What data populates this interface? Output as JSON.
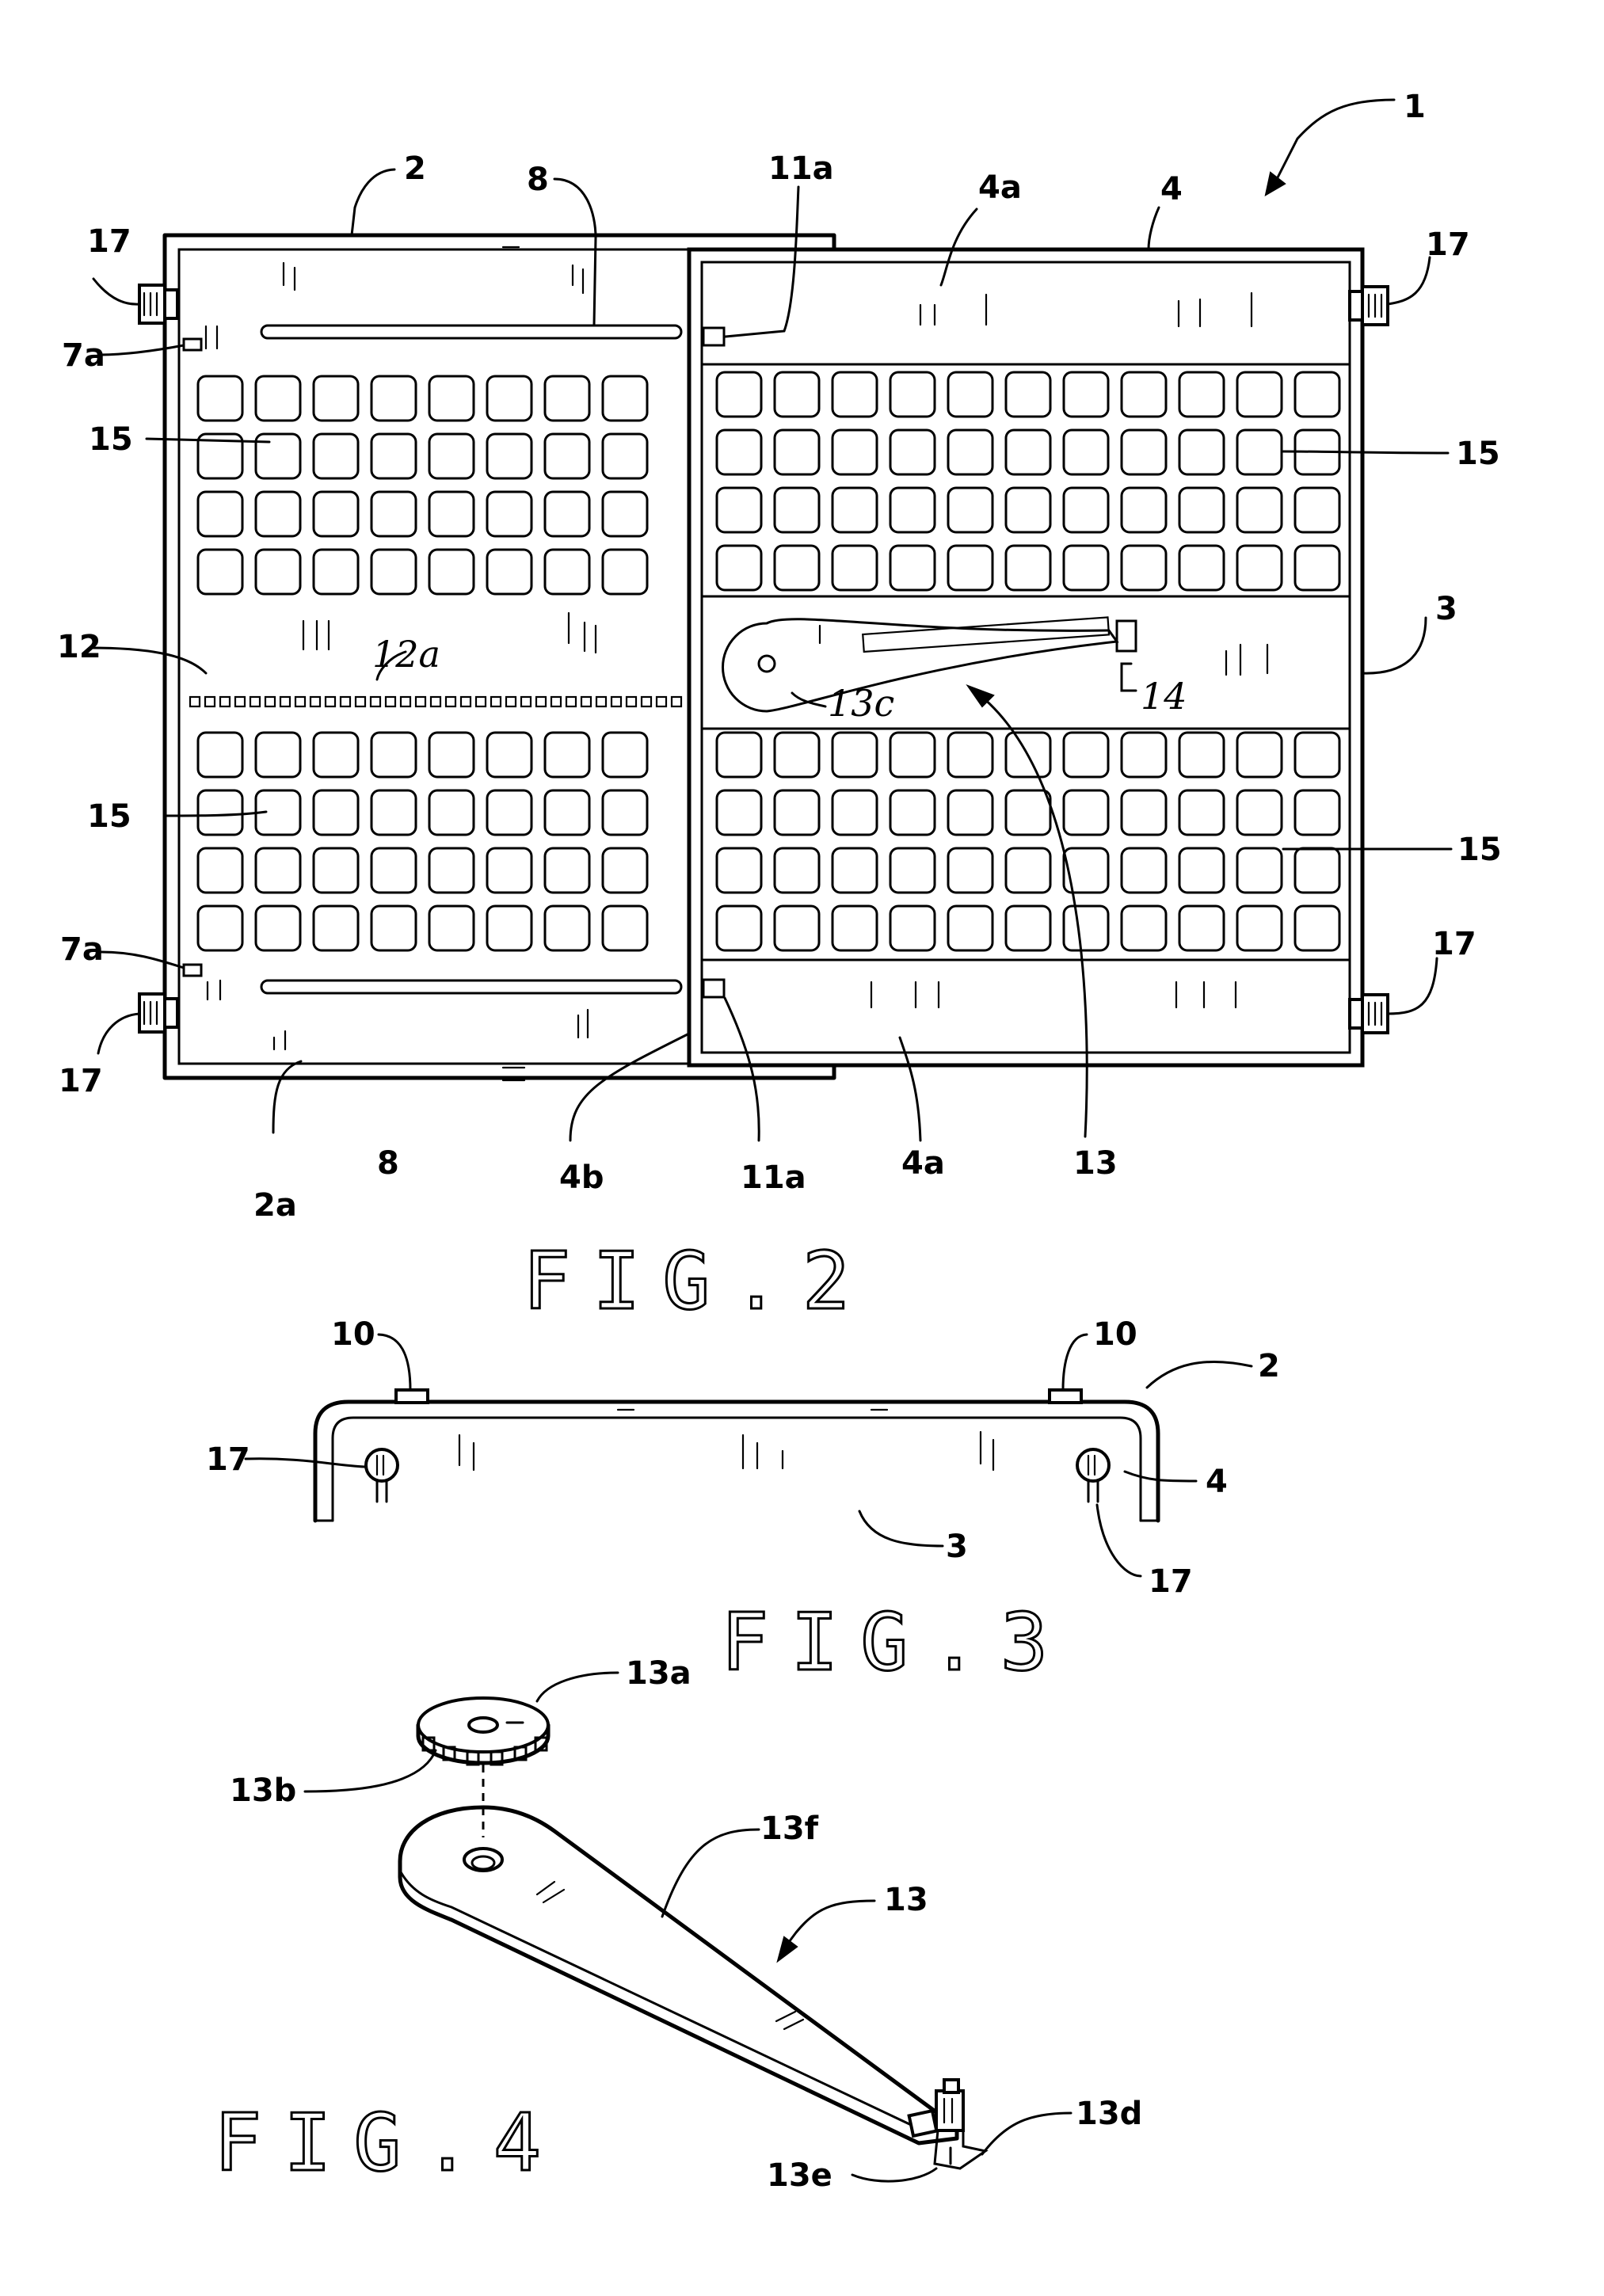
{
  "figures": {
    "fig2": {
      "caption": "FIG.2"
    },
    "fig3": {
      "caption": "FIG.3"
    },
    "fig4": {
      "caption": "FIG.4"
    }
  },
  "labels": {
    "ref_1": "1",
    "ref_2": "2",
    "ref_4": "4",
    "ref_4a_top": "4a",
    "ref_4a_bottom": "4a",
    "ref_8_top": "8",
    "ref_8_bottom": "8",
    "ref_11a_top": "11a",
    "ref_11a_bottom": "11a",
    "ref_17_tl": "17",
    "ref_17_tr": "17",
    "ref_17_bl": "17",
    "ref_17_br": "17",
    "ref_7a_top": "7a",
    "ref_7a_bottom": "7a",
    "ref_15_tl": "15",
    "ref_15_tr": "15",
    "ref_15_bl": "15",
    "ref_15_br": "15",
    "ref_12": "12",
    "ref_12a": "12a",
    "ref_3": "3",
    "ref_13c": "13c",
    "ref_14": "14",
    "ref_13": "13",
    "ref_2a": "2a",
    "ref_4b": "4b",
    "f3_ref_10_left": "10",
    "f3_ref_10_right": "10",
    "f3_ref_2": "2",
    "f3_ref_17_left": "17",
    "f3_ref_17_right": "17",
    "f3_ref_4": "4",
    "f3_ref_3": "3",
    "f4_ref_13a": "13a",
    "f4_ref_13b": "13b",
    "f4_ref_13f": "13f",
    "f4_ref_13": "13",
    "f4_ref_13d": "13d",
    "f4_ref_13e": "13e"
  }
}
